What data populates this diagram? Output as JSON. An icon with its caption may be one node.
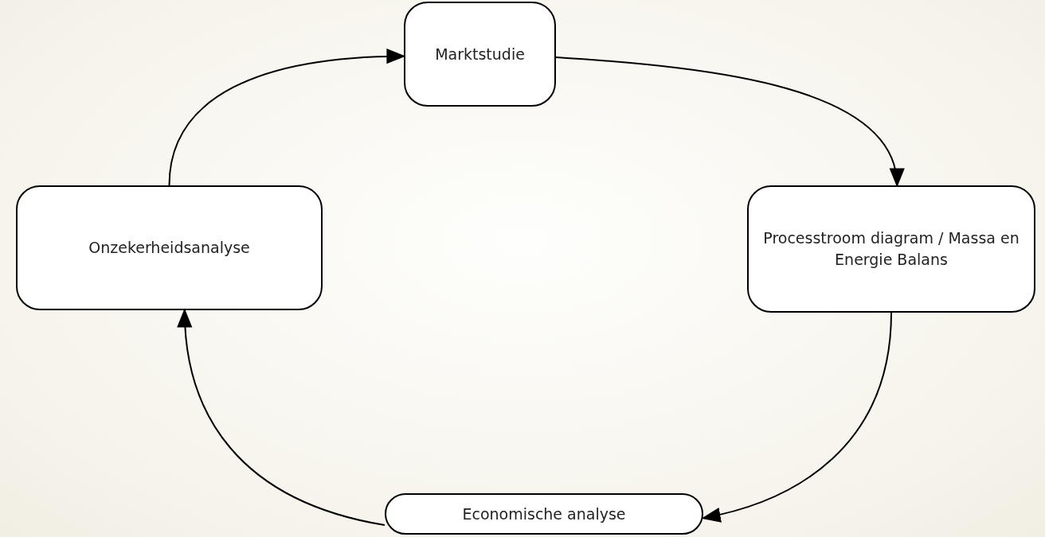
{
  "diagram": {
    "nodes": [
      {
        "text": [
          "Marktstudie"
        ]
      },
      {
        "text": [
          "Processtroom diagram / Massa en Energie Balans"
        ]
      },
      {
        "text": [
          "Economische analyse"
        ]
      },
      {
        "text": [
          "Onzekerheidsanalyse"
        ]
      }
    ],
    "edges": [
      {
        "from": 3,
        "to": 0,
        "arrow": "to"
      },
      {
        "from": 0,
        "to": 1,
        "arrow": "to"
      },
      {
        "from": 1,
        "to": 2,
        "arrow": "to"
      },
      {
        "from": 2,
        "to": 3,
        "arrow": "to"
      }
    ]
  }
}
